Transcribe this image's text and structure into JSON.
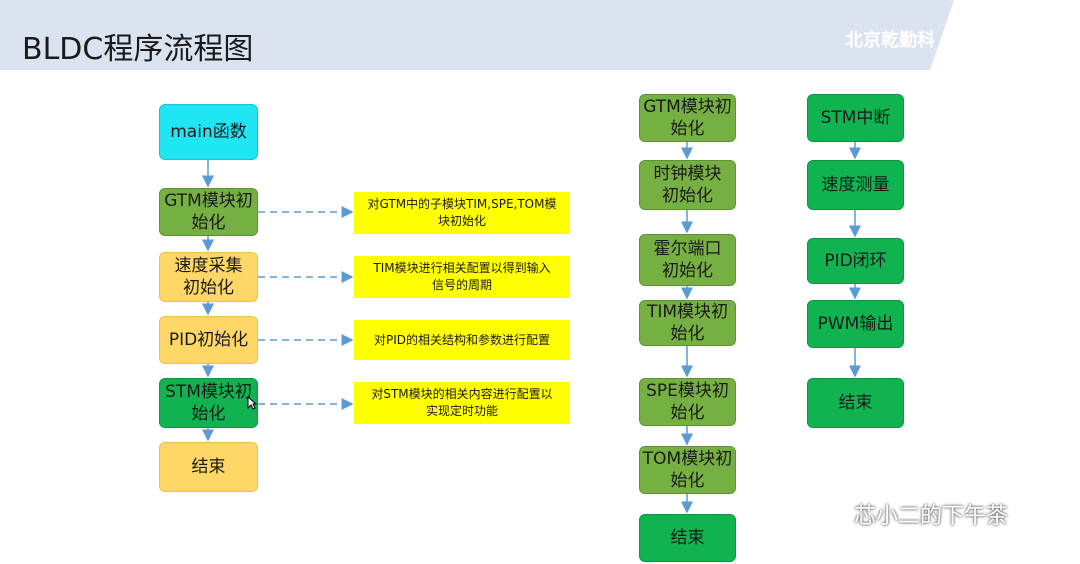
{
  "header": {
    "title": "BLDC程序流程图",
    "brand": "北京乾勤科"
  },
  "main_flow": [
    {
      "label": "main函数",
      "color": "cyan"
    },
    {
      "label": "GTM模块初\n始化",
      "color": "olive"
    },
    {
      "label": "速度采集\n初始化",
      "color": "amber"
    },
    {
      "label": "PID初始化",
      "color": "amber"
    },
    {
      "label": "STM模块初\n始化",
      "color": "green"
    },
    {
      "label": "结束",
      "color": "amber"
    }
  ],
  "notes": [
    "对GTM中的子模块TIM,SPE,TOM模\n块初始化",
    "TIM模块进行相关配置以得到输入\n信号的周期",
    "对PID的相关结构和参数进行配置",
    "对STM模块的相关内容进行配置以\n实现定时功能"
  ],
  "gtm_flow": [
    {
      "label": "GTM模块初\n始化"
    },
    {
      "label": "时钟模块\n初始化"
    },
    {
      "label": "霍尔端口\n初始化"
    },
    {
      "label": "TIM模块初\n始化"
    },
    {
      "label": "SPE模块初\n始化"
    },
    {
      "label": "TOM模块初\n始化"
    },
    {
      "label": "结束"
    }
  ],
  "stm_flow": [
    {
      "label": "STM中断"
    },
    {
      "label": "速度测量"
    },
    {
      "label": "PID闭环"
    },
    {
      "label": "PWM输出"
    },
    {
      "label": "结束"
    }
  ],
  "watermark": {
    "text": "芯小二的下午茶",
    "icon": "wechat-icon"
  },
  "colors": {
    "arrow": "#5b9bd5",
    "cyan": "#1fe6f2",
    "olive": "#76b043",
    "amber": "#ffd766",
    "green": "#11b350",
    "note": "#ffff00",
    "header": "#dbe3f1"
  }
}
